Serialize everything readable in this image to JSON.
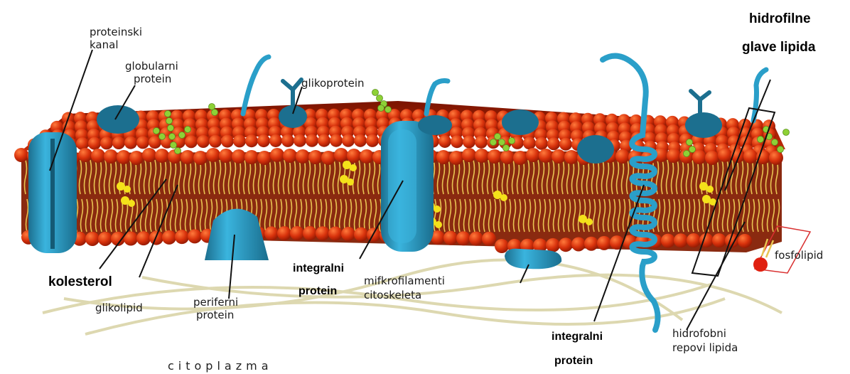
{
  "labels": {
    "proteinski_kanal": [
      "proteinski",
      "kanal"
    ],
    "globularni_protein": [
      "globularni",
      "protein"
    ],
    "glikoprotein": "glikoprotein",
    "hidrofilne_glave": [
      "hidrofilne",
      "glave lipida"
    ],
    "kolesterol": "kolesterol",
    "glikolipid": "glikolipid",
    "periferni_protein": [
      "periferni",
      "protein"
    ],
    "integralni_protein_center": [
      "integralni",
      "protein"
    ],
    "mikrofilamenti": [
      "mifkrofilamenti",
      "citoskeleta"
    ],
    "fosfolipid": "fosfolipid",
    "integralni_protein_bottom": [
      "integralni",
      "protein"
    ],
    "hidrofobni_repovi": [
      "hidrofobni",
      "repovi lipida"
    ],
    "citoplazma": "citoplazma"
  },
  "colors": {
    "lipid_head": "#d8320c",
    "lipid_head_dark": "#a31f05",
    "lipid_tail": "#e8c452",
    "protein": "#2a9fc9",
    "protein_dark": "#1c6f8f",
    "glyco_green": "#8ed136",
    "cholesterol": "#f4e21a",
    "filament": "#ddd8b0",
    "leader": "#111111"
  }
}
